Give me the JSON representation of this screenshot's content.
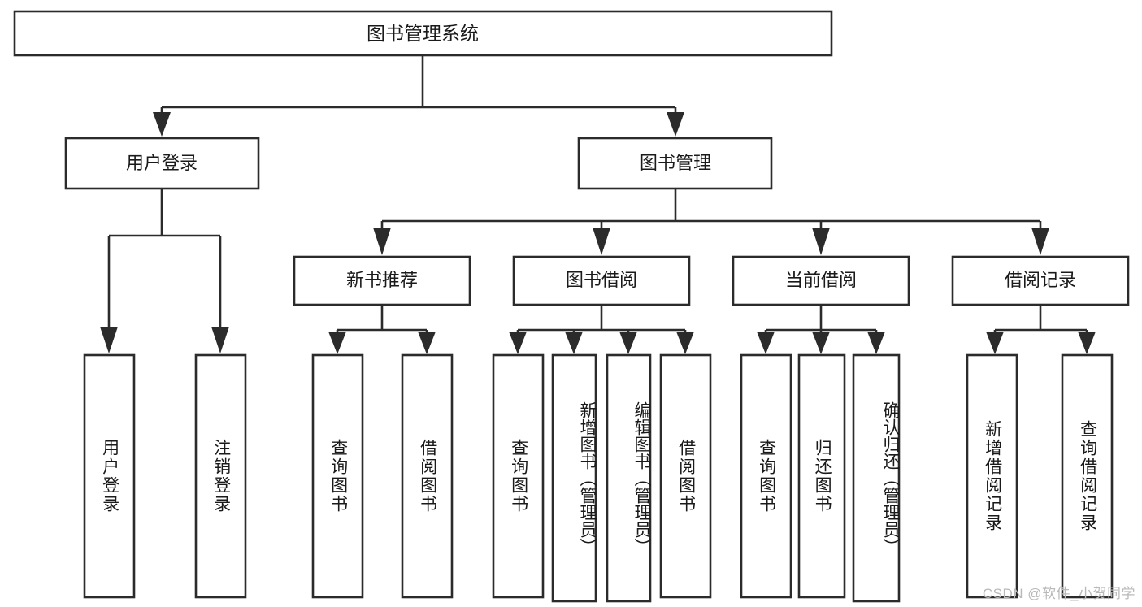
{
  "diagram": {
    "type": "tree-hierarchy-chart",
    "title_node": "图书管理系统",
    "orientation": "top-down",
    "levels": 4,
    "root": {
      "label": "图书管理系统"
    },
    "level2": [
      {
        "label": "用户登录"
      },
      {
        "label": "图书管理"
      }
    ],
    "level3": [
      {
        "label": "新书推荐"
      },
      {
        "label": "图书借阅"
      },
      {
        "label": "当前借阅"
      },
      {
        "label": "借阅记录"
      }
    ],
    "leaves": {
      "user_login": [
        {
          "label": "用户登录"
        },
        {
          "label": "注销登录"
        }
      ],
      "new_book_recommend": [
        {
          "label": "查询图书"
        },
        {
          "label": "借阅图书"
        }
      ],
      "book_borrow": [
        {
          "label": "查询图书"
        },
        {
          "label": "新增图书（管理员）"
        },
        {
          "label": "编辑图书（管理员）"
        },
        {
          "label": "借阅图书"
        }
      ],
      "current_borrow": [
        {
          "label": "查询图书"
        },
        {
          "label": "归还图书"
        },
        {
          "label": "确认归还（管理员）"
        }
      ],
      "borrow_records": [
        {
          "label": "新增借阅记录"
        },
        {
          "label": "查询借阅记录"
        }
      ]
    },
    "watermark": "CSDN @软件_小贺同学",
    "colors": {
      "box_stroke": "#2b2b2b",
      "box_fill": "#ffffff",
      "text": "#1a1a1a",
      "background": "#ffffff",
      "watermark": "#b9b9b9"
    }
  }
}
